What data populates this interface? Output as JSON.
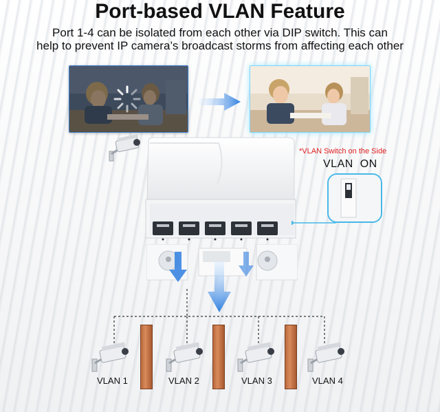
{
  "header": {
    "title": "Port-based VLAN Feature",
    "subtitle_line1": "Port 1-4 can be isolated from each other via DIP switch. This can",
    "subtitle_line2": "help to prevent IP camera’s broadcast storms from affecting each other"
  },
  "side_switch": {
    "note": "*VLAN Switch on the Side",
    "state_label": "VLAN  ON"
  },
  "cameras": [
    {
      "label": "VLAN 1"
    },
    {
      "label": "VLAN 2"
    },
    {
      "label": "VLAN 3"
    },
    {
      "label": "VLAN 4"
    }
  ],
  "colors": {
    "accent_blue": "#2f7fe0",
    "dashed_line": "#333333",
    "wall": "#c47646",
    "note_red": "#e02020"
  },
  "icons": [
    "loading-spinner-icon",
    "arrow-right-icon",
    "arrow-down-icon",
    "cctv-camera-icon",
    "dip-switch-icon"
  ]
}
